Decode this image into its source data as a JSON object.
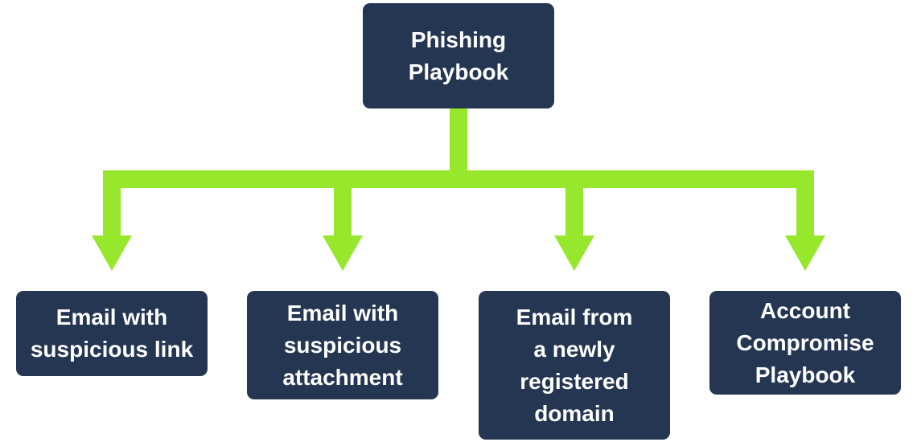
{
  "diagram": {
    "root": {
      "label": "Phishing\nPlaybook"
    },
    "children": [
      {
        "label": "Email with\nsuspicious link"
      },
      {
        "label": "Email with\nsuspicious\nattachment"
      },
      {
        "label": "Email from\na newly\nregistered\ndomain"
      },
      {
        "label": "Account\nCompromise\nPlaybook"
      }
    ]
  },
  "colors": {
    "node_fill": "#243652",
    "node_text": "#ffffff",
    "connector": "#97e72c"
  }
}
